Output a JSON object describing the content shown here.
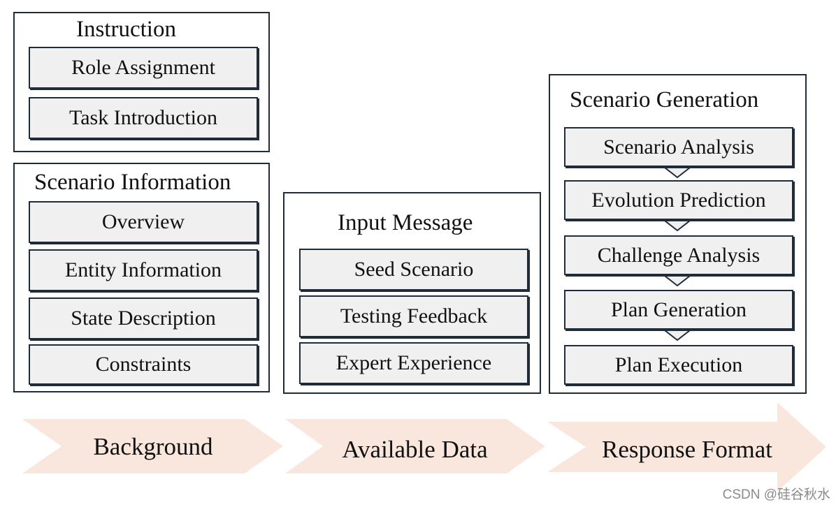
{
  "background_panels": {
    "instruction": {
      "title": "Instruction",
      "items": [
        "Role Assignment",
        "Task Introduction"
      ]
    },
    "scenario_information": {
      "title": "Scenario Information",
      "items": [
        "Overview",
        "Entity Information",
        "State Description",
        "Constraints"
      ]
    }
  },
  "input_message": {
    "title": "Input Message",
    "items": [
      "Seed Scenario",
      "Testing Feedback",
      "Expert Experience"
    ]
  },
  "scenario_generation": {
    "title": "Scenario Generation",
    "steps": [
      "Scenario Analysis",
      "Evolution Prediction",
      "Challenge Analysis",
      "Plan Generation",
      "Plan Execution"
    ]
  },
  "phases": [
    "Background",
    "Available Data",
    "Response Format"
  ],
  "watermark": "CSDN @硅谷秋水",
  "colors": {
    "border": "#1f2d3a",
    "box_fill": "#f0f0f0",
    "chevron_fill": "#f9e6dc"
  }
}
